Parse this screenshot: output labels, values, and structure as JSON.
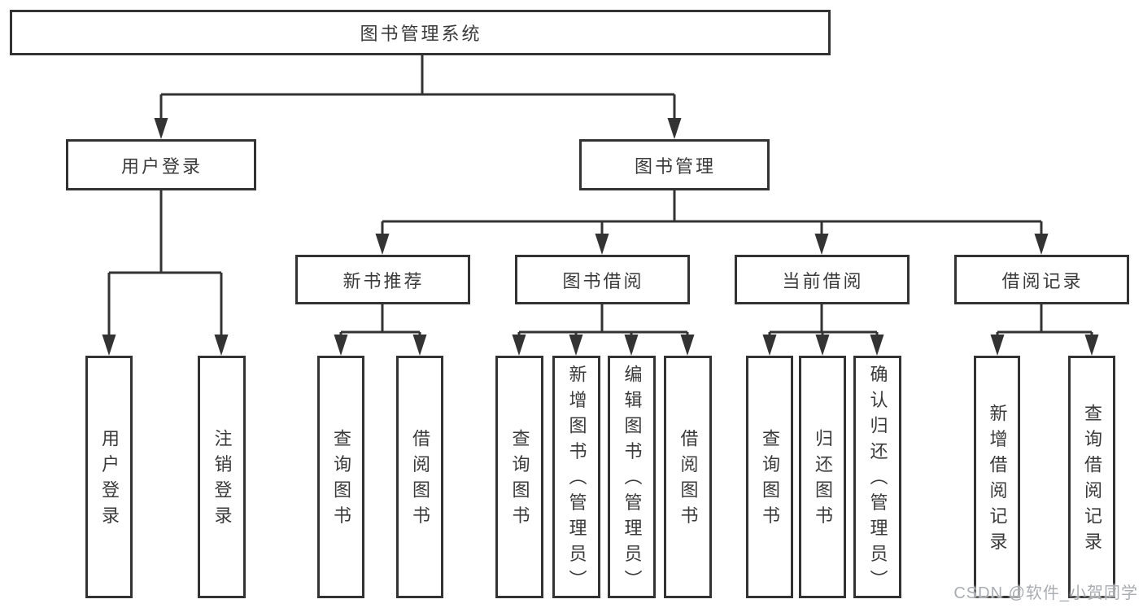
{
  "root": {
    "label": "图书管理系统"
  },
  "user_login": {
    "label": "用户登录",
    "children": [
      "用户登录",
      "注销登录"
    ]
  },
  "book_management": {
    "label": "图书管理",
    "sections": [
      {
        "label": "新书推荐",
        "children": [
          "查询图书",
          "借阅图书"
        ]
      },
      {
        "label": "图书借阅",
        "children": [
          "查询图书",
          "新增图书（管理员）",
          "编辑图书（管理员）",
          "借阅图书"
        ]
      },
      {
        "label": "当前借阅",
        "children": [
          "查询图书",
          "归还图书",
          "确认归还（管理员）"
        ]
      },
      {
        "label": "借阅记录",
        "children": [
          "新增借阅记录",
          "查询借阅记录"
        ]
      }
    ]
  },
  "watermark": "CSDN @软件_小贺同学",
  "colors": {
    "line": "#333333",
    "text": "#3a3a3a",
    "background": "#ffffff",
    "watermark": "#a9adb2"
  }
}
